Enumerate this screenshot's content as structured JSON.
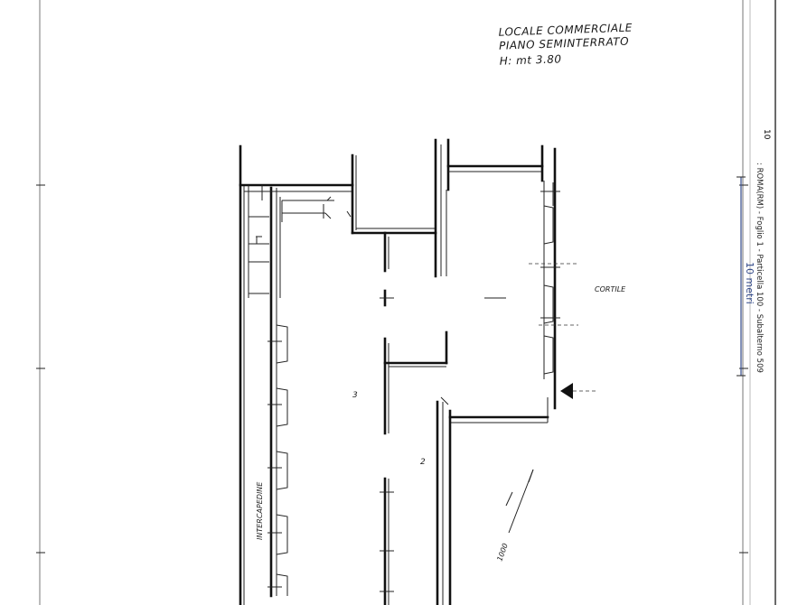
{
  "title": {
    "line1": "LOCALE COMMERCIALE",
    "line2": "PIANO SEMINTERRATO",
    "line3": "H: mt 3.80"
  },
  "labels": {
    "cortile": "CORTILE",
    "intercapedine": "INTERCAPEDINE",
    "entrance": "1000",
    "room_a": "3",
    "room_b": "2"
  },
  "margin": {
    "number": "10",
    "scale": "10 metri",
    "vertical_text": ": ROMA(RM) - Foglio 1 - Particella 100 - Subalterno 509"
  },
  "colors": {
    "ink": "#111111",
    "frame": "#777777",
    "scale_blue": "#334a8a"
  }
}
